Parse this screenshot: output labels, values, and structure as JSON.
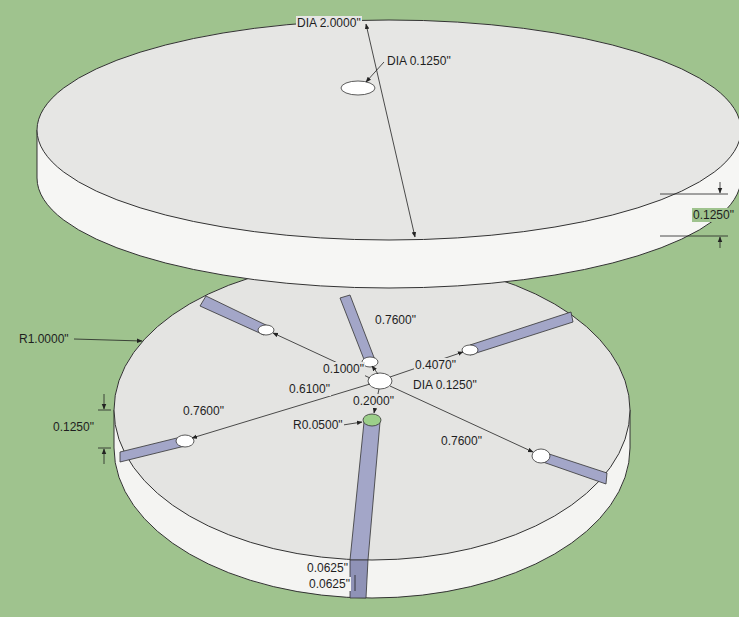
{
  "diagram": {
    "labels": [
      "DIA 2.0000\"",
      "DIA 0.1250\"",
      "0.1250\"",
      "0.7600\"",
      "0.6100\"",
      "R1.0000\"",
      "0.1250\"",
      "0.1000\"",
      "0.4070\"",
      "DIA 0.1250\"",
      "0.2000\"",
      "0.7600\"",
      "R0.0500\"",
      "0.7600\"",
      "0.0625\"",
      "0.0625\""
    ]
  }
}
